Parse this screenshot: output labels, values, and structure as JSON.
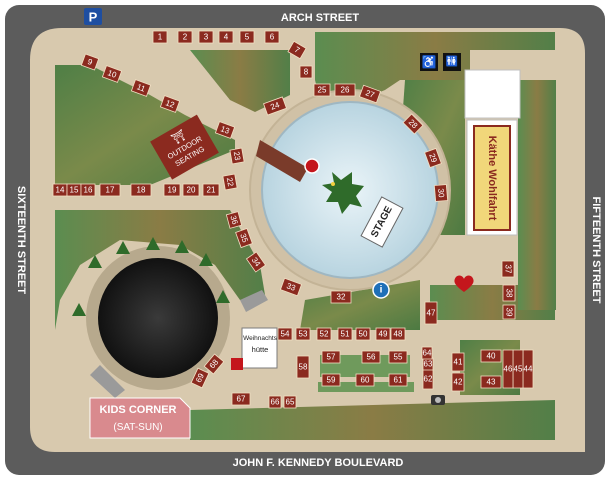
{
  "streets": {
    "north": "ARCH STREET",
    "south": "JOHN F. KENNEDY BOULEVARD",
    "west": "SIXTEENTH STREET",
    "east": "FIFTEENTH STREET"
  },
  "labels": {
    "parking": "P",
    "outdoor_seating_line1": "OUTDOOR",
    "outdoor_seating_line2": "SEATING",
    "stage": "STAGE",
    "kids_corner": "KIDS CORNER",
    "kids_corner_days": "(SAT-SUN)",
    "kathe_wohlfahrt": "Käthe Wohlfahrt",
    "gluhwein_line1": "Weihnachts",
    "gluhwein_line2": "hütte",
    "info": "i"
  },
  "colors": {
    "stall": "#8b2a1f",
    "plaza": "#d7c8ad",
    "street": "#5a5a5a",
    "lawn": "#5a8a4e",
    "water": "#cfe3ec",
    "kids_corner": "#d98a8e"
  },
  "icons": [
    "parking-icon",
    "accessible-icon",
    "restroom-icon",
    "heart-icon",
    "info-icon",
    "camera-icon",
    "christmas-tree-icon",
    "santa-icon",
    "outdoor-seating-icon"
  ],
  "stalls": [
    "1",
    "2",
    "3",
    "4",
    "5",
    "6",
    "7",
    "8",
    "9",
    "10",
    "11",
    "12",
    "13",
    "14",
    "15",
    "16",
    "17",
    "18",
    "19",
    "20",
    "21",
    "22",
    "23",
    "24",
    "25",
    "26",
    "27",
    "28",
    "29",
    "30",
    "32",
    "33",
    "34",
    "35",
    "36",
    "37",
    "38",
    "39",
    "40",
    "41",
    "42",
    "43",
    "44",
    "45",
    "46",
    "47",
    "48",
    "49",
    "50",
    "51",
    "52",
    "53",
    "54",
    "55",
    "56",
    "57",
    "58",
    "59",
    "60",
    "61",
    "62",
    "63",
    "64",
    "65",
    "66",
    "67",
    "68",
    "69"
  ]
}
